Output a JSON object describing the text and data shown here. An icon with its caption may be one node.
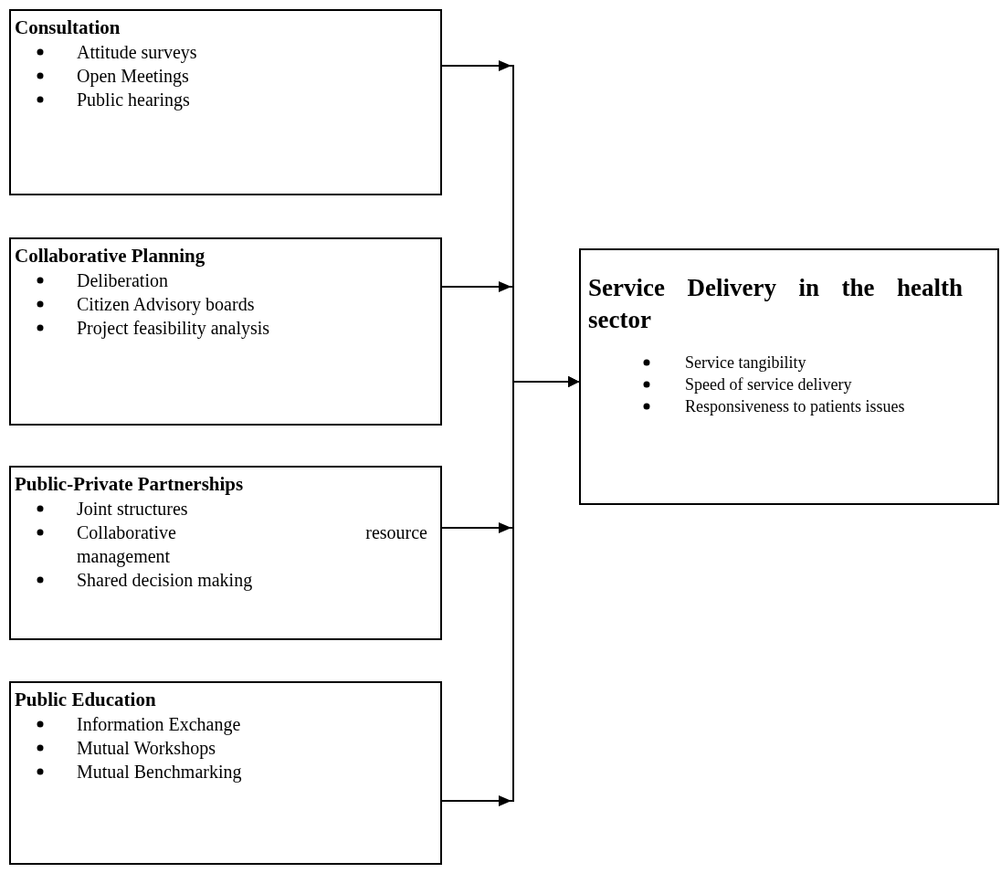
{
  "diagram": {
    "nodes": [
      {
        "text": [
          "Consultation",
          "Attitude surveys",
          "Open Meetings",
          "Public hearings"
        ]
      },
      {
        "text": [
          "Collaborative Planning",
          "Deliberation",
          "Citizen Advisory boards",
          "Project feasibility analysis"
        ]
      },
      {
        "text": [
          "Public-Private Partnerships",
          "Joint structures",
          "Collaborative resource management",
          "Shared decision making"
        ]
      },
      {
        "text": [
          "Public Education",
          "Information Exchange",
          "Mutual Workshops",
          "Mutual Benchmarking"
        ]
      },
      {
        "text": [
          "Service Delivery in the health sector",
          "Service tangibility",
          "Speed of service delivery",
          "Responsiveness to patients issues"
        ]
      }
    ],
    "edges": [
      {
        "from": 0,
        "to": 4,
        "arrow": "to"
      },
      {
        "from": 1,
        "to": 4,
        "arrow": "to"
      },
      {
        "from": 2,
        "to": 4,
        "arrow": "to"
      },
      {
        "from": 3,
        "to": 4,
        "arrow": "to"
      }
    ]
  }
}
